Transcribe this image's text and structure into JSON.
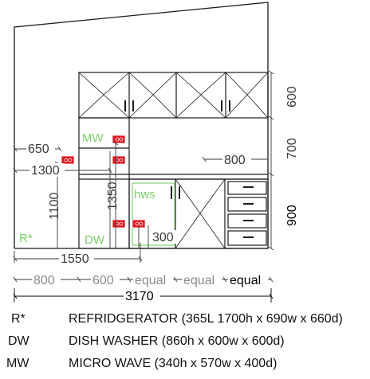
{
  "dimensions": {
    "d650": "650",
    "d1300": "1300",
    "d800_side": "800",
    "d1100": "1100",
    "d1350": "1350",
    "d300": "300",
    "d600_v": "600",
    "d700_v": "700",
    "d900_v": "900",
    "d1550": "1550",
    "run_800": "800",
    "run_600": "600",
    "run_equal_1": "equal",
    "run_equal_2": "equal",
    "run_equal_3": "equal",
    "total_3170": "3170"
  },
  "labels": {
    "mw": "MW",
    "hws": "hws",
    "dw": "DW",
    "r": "R*"
  },
  "legend": [
    {
      "code": "R*",
      "text": "REFRIDGERATOR (365L 1700h x 690w x 660d)"
    },
    {
      "code": "DW",
      "text": "DISH WASHER (860h x 600w x 600d)"
    },
    {
      "code": "MW",
      "text": "MICRO WAVE (340h x 570w x 400d)"
    }
  ],
  "colors": {
    "line": "#1a1a1a",
    "green_label": "#7ccf6b",
    "socket_red": "#e0141c",
    "equal_gray": "#8a8a8a"
  }
}
